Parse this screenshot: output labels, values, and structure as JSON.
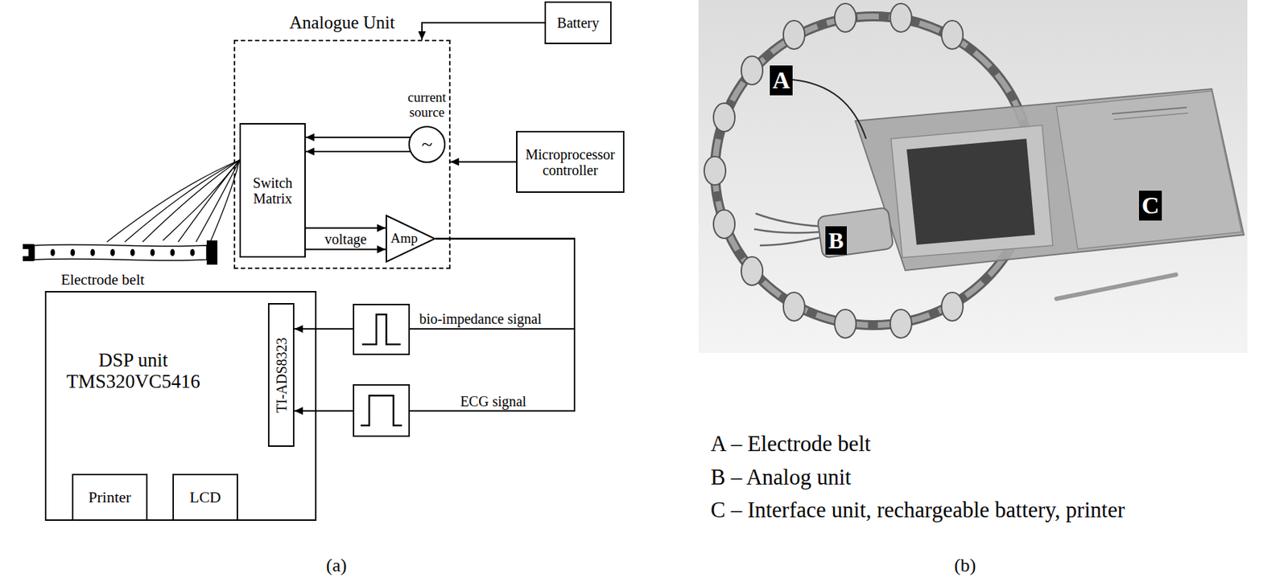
{
  "diagram": {
    "nodes": [
      {
        "text": [
          "Analogue Unit"
        ]
      },
      {
        "text": [
          "Switch Matrix"
        ],
        "in": 0
      },
      {
        "text": [
          "current source",
          "~"
        ],
        "in": 0
      },
      {
        "text": [
          "Amp"
        ],
        "in": 0
      },
      {
        "text": [
          "Battery"
        ]
      },
      {
        "text": [
          "Microprocessor controller"
        ]
      },
      {
        "text": [
          "Electrode belt"
        ]
      },
      {
        "text": [
          "DSP unit TMS320VC5416"
        ]
      },
      {
        "text": [
          "TI-ADS8323"
        ],
        "in": 7
      },
      {
        "text": [
          "Printer"
        ],
        "in": 7
      },
      {
        "text": [
          "LCD"
        ],
        "in": 7
      }
    ],
    "edges": [
      {
        "from": 6,
        "to": 1,
        "arrow": "none"
      },
      {
        "from": 2,
        "to": 1,
        "arrow": "to"
      },
      {
        "from": 2,
        "to": 1,
        "arrow": "to"
      },
      {
        "from": 1,
        "to": 3,
        "arrow": "to",
        "label": "voltage"
      },
      {
        "from": 1,
        "to": 3,
        "arrow": "to"
      },
      {
        "from": 4,
        "to": 0,
        "arrow": "to"
      },
      {
        "from": 5,
        "to": 0,
        "arrow": "to"
      },
      {
        "from": 3,
        "to": 8,
        "arrow": "to",
        "label": "bio-impedance signal"
      },
      {
        "from": 3,
        "to": 8,
        "arrow": "to",
        "label": "ECG signal"
      }
    ],
    "labels": [
      "(a)",
      "A",
      "B",
      "C",
      "A – Electrode belt",
      "B – Analog unit",
      "C – Interface unit, rechargeable battery, printer",
      "(b)"
    ]
  }
}
